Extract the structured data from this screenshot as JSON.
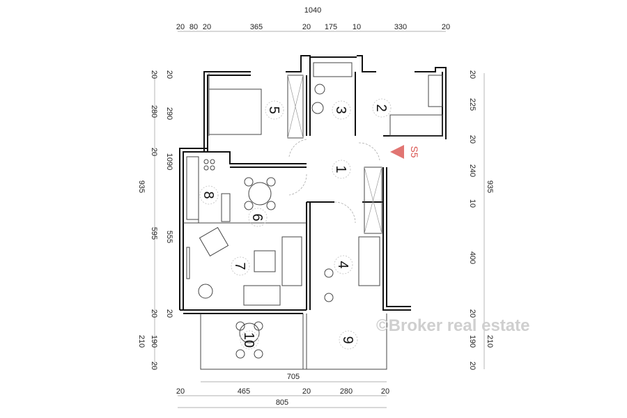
{
  "dimensions": {
    "top_total": "1040",
    "top": [
      "20",
      "80",
      "20",
      "365",
      "20",
      "175",
      "10",
      "330",
      "20"
    ],
    "left_outer_total": "935",
    "left_outer": [
      "20",
      "280",
      "20",
      "595",
      "20",
      "190",
      "20"
    ],
    "left_outer_bottom": "210",
    "left_inner": [
      "20",
      "290",
      "1090",
      "555",
      "20"
    ],
    "right": [
      "20",
      "225",
      "20",
      "240",
      "10",
      "400",
      "20",
      "190",
      "20"
    ],
    "right_total": "935",
    "right_bottom": "210",
    "bottom_inner_total": "705",
    "bottom": [
      "20",
      "465",
      "20",
      "280",
      "20"
    ],
    "bottom_total": "805"
  },
  "rooms": [
    "1",
    "2",
    "3",
    "4",
    "5",
    "6",
    "7",
    "8",
    "9",
    "10"
  ],
  "section_marker": {
    "label": "S5",
    "color": "#d9534f"
  },
  "watermark": "©Broker real estate"
}
